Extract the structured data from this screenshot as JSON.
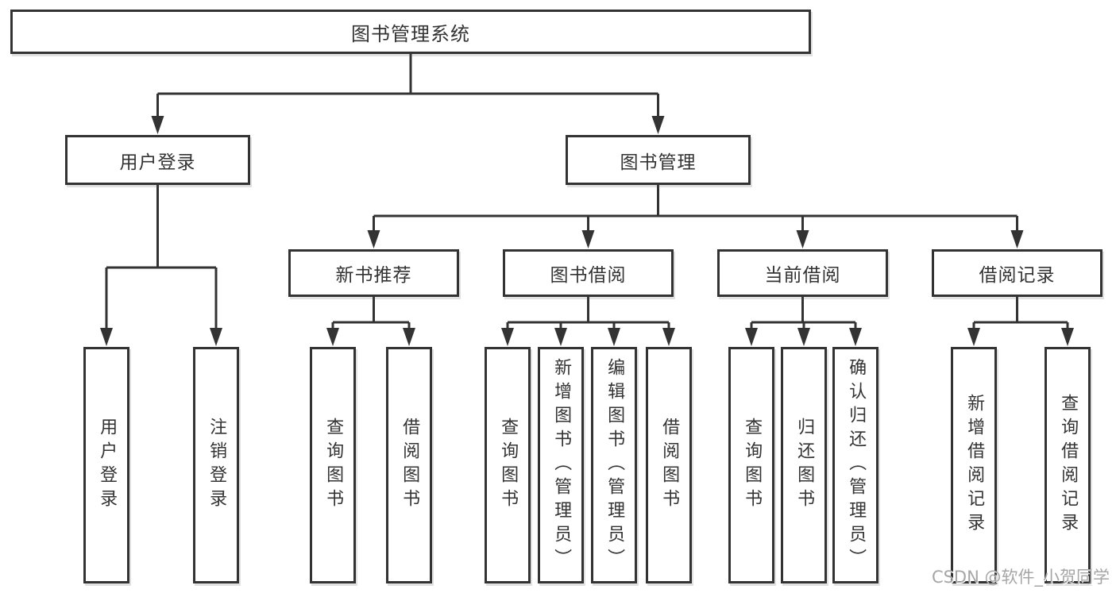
{
  "diagram": {
    "title_node": {
      "label": "图书管理系统"
    },
    "level1": [
      {
        "label": "用户登录"
      },
      {
        "label": "图书管理"
      }
    ],
    "level2": [
      {
        "label": "新书推荐",
        "parent": "图书管理"
      },
      {
        "label": "图书借阅",
        "parent": "图书管理"
      },
      {
        "label": "当前借阅",
        "parent": "图书管理"
      },
      {
        "label": "借阅记录",
        "parent": "图书管理"
      }
    ],
    "leaves": [
      {
        "label": "用户登录",
        "parent": "用户登录"
      },
      {
        "label": "注销登录",
        "parent": "用户登录"
      },
      {
        "label": "查询图书",
        "parent": "新书推荐"
      },
      {
        "label": "借阅图书",
        "parent": "新书推荐"
      },
      {
        "label": "查询图书",
        "parent": "图书借阅"
      },
      {
        "label": "新增图书（管理员）",
        "parent": "图书借阅"
      },
      {
        "label": "编辑图书（管理员）",
        "parent": "图书借阅"
      },
      {
        "label": "借阅图书",
        "parent": "图书借阅"
      },
      {
        "label": "查询图书",
        "parent": "当前借阅"
      },
      {
        "label": "归还图书",
        "parent": "当前借阅"
      },
      {
        "label": "确认归还（管理员）",
        "parent": "当前借阅"
      },
      {
        "label": "新增借阅记录",
        "parent": "借阅记录"
      },
      {
        "label": "查询借阅记录",
        "parent": "借阅记录"
      }
    ]
  },
  "watermark": {
    "text": "CSDN @软件_小贺同学"
  },
  "colors": {
    "line": "#333333",
    "box_border": "#333333",
    "box_background": "#ffffff",
    "text": "#333333",
    "watermark": "#a6a6a6"
  }
}
